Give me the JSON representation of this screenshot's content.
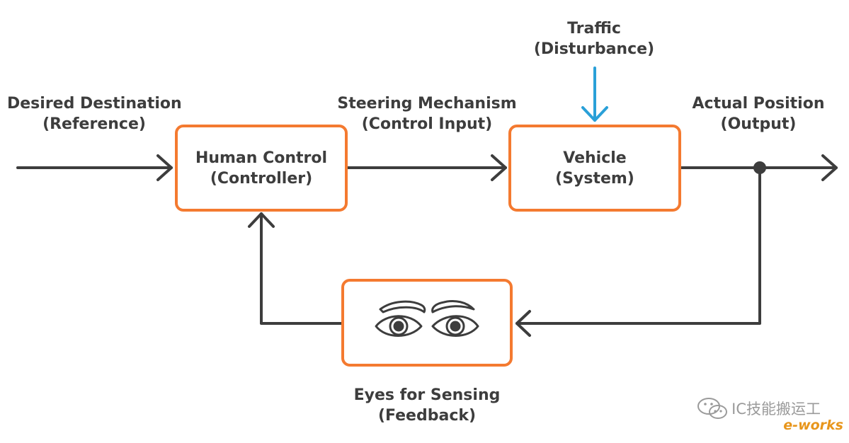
{
  "diagram": {
    "reference": {
      "line1": "Desired Destination",
      "line2": "(Reference)"
    },
    "control_input": {
      "line1": "Steering Mechanism",
      "line2": "(Control Input)"
    },
    "disturbance": {
      "line1": "Traffic",
      "line2": "(Disturbance)"
    },
    "output": {
      "line1": "Actual Position",
      "line2": "(Output)"
    },
    "controller": {
      "line1": "Human Control",
      "line2": "(Controller)"
    },
    "system": {
      "line1": "Vehicle",
      "line2": "(System)"
    },
    "sensor": {
      "line1": "Eyes for Sensing",
      "line2": "(Feedback)"
    },
    "colors": {
      "box_border": "#f47a30",
      "wire": "#3d3d3d",
      "disturbance_arrow": "#2aa0d8"
    },
    "icons": [
      "eyes-icon"
    ]
  },
  "watermark": {
    "text": "IC技能搬运工",
    "brand": "e-works"
  }
}
